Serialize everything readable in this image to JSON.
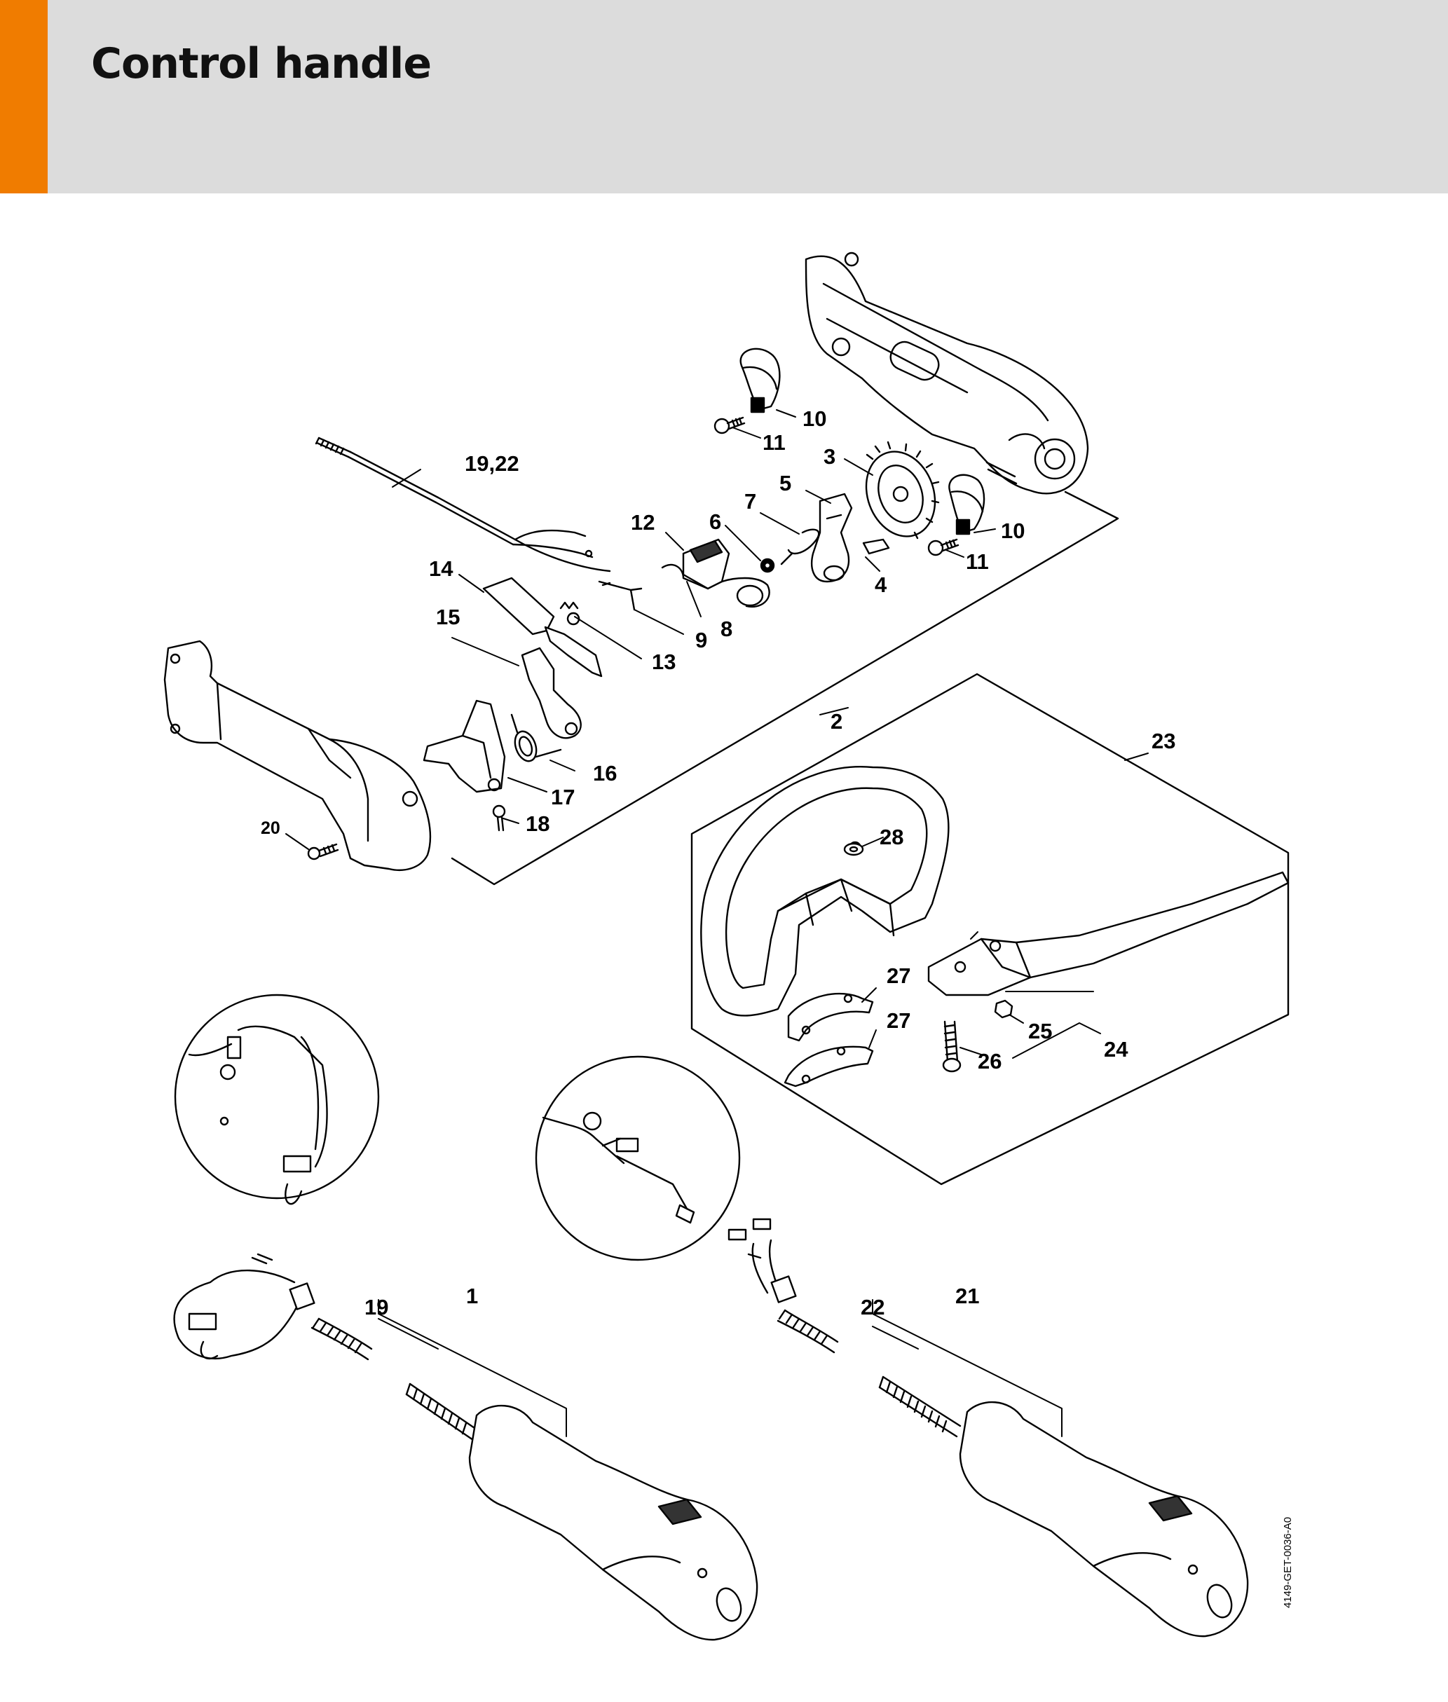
{
  "header": {
    "title": "Control handle",
    "accent_color": "#f07c00",
    "background_color": "#dcdcdc"
  },
  "figure_code": "4149-GET-0036-A0",
  "callouts": {
    "c1": "1",
    "c2": "2",
    "c3": "3",
    "c4": "4",
    "c5": "5",
    "c6": "6",
    "c7": "7",
    "c8": "8",
    "c9": "9",
    "c10a": "10",
    "c10b": "10",
    "c11a": "11",
    "c11b": "11",
    "c12": "12",
    "c13": "13",
    "c14": "14",
    "c15": "15",
    "c16": "16",
    "c17": "17",
    "c18": "18",
    "c19": "19",
    "c19_22": "19,22",
    "c20": "20",
    "c21": "21",
    "c22": "22",
    "c23": "23",
    "c24": "24",
    "c25": "25",
    "c26": "26",
    "c27a": "27",
    "c27b": "27",
    "c28": "28"
  }
}
